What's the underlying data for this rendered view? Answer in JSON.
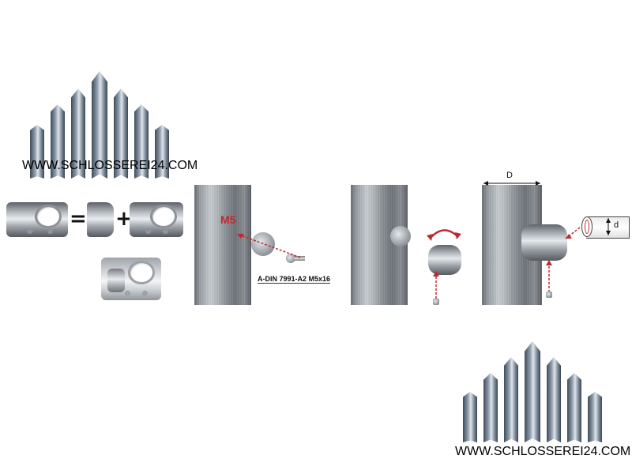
{
  "logo_top": {
    "url": "WWW.SCHLOSSEREI24.COM"
  },
  "logo_bottom": {
    "url": "WWW.SCHLOSSEREI24.COM"
  },
  "equation": {
    "equals": "=",
    "plus": "+"
  },
  "step1": {
    "thread_label": "M5",
    "screw_label": "A-DIN 7991-A2 M5x16"
  },
  "dimensions": {
    "tube_diameter": "D",
    "rod_diameter": "d"
  },
  "colors": {
    "accent_red": "#c0282e",
    "logo_border": "#8a9fbd"
  }
}
